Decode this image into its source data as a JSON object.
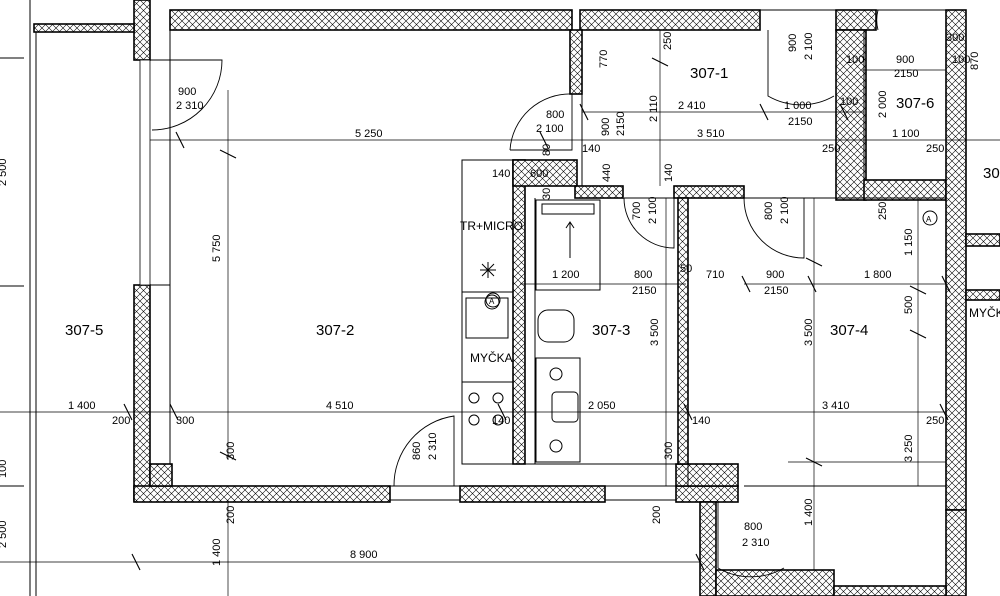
{
  "rooms": [
    {
      "id": "307-1",
      "label": "307-1"
    },
    {
      "id": "307-2",
      "label": "307-2"
    },
    {
      "id": "307-3",
      "label": "307-3"
    },
    {
      "id": "307-4",
      "label": "307-4"
    },
    {
      "id": "307-5",
      "label": "307-5"
    },
    {
      "id": "307-6",
      "label": "307-6"
    },
    {
      "id": "30x",
      "label": "30"
    }
  ],
  "fixtures": {
    "microwave": "TR+MICRO",
    "dishwasher": "MYČKA",
    "dishwasher_right": "MYČK",
    "marker_a": "A"
  },
  "dims": {
    "d5250": "5 250",
    "d5750": "5 750",
    "d900a": "900",
    "d2310a": "2 310",
    "d800a": "800",
    "d2100a": "2 100",
    "d900b": "900",
    "d2150a": "2150",
    "d770": "770",
    "d2110": "2 110",
    "d2410": "2 410",
    "d1000": "1 000",
    "d2150b": "2150",
    "d3510": "3 510",
    "d250a": "250",
    "d250b": "250",
    "d900c": "900",
    "d2100b": "2 100",
    "d100a": "100",
    "d900d": "900",
    "d2150c": "2150",
    "d100b": "100",
    "d2000": "2 000",
    "d1100": "1 100",
    "d250c": "250",
    "d300t": "300",
    "d100c": "100",
    "d870": "870",
    "d140a": "140",
    "d600": "600",
    "d80": "80",
    "d140b": "140",
    "d440": "440",
    "d140c": "140",
    "d30": "30",
    "d700": "700",
    "d2100c": "2 100",
    "d800b": "800",
    "d2100d": "2 100",
    "d1200": "1 200",
    "d800c": "800",
    "d2150d": "2150",
    "d50": "50",
    "d710": "710",
    "d900e": "900",
    "d2150e": "2150",
    "d1800": "1 800",
    "d1150": "1 150",
    "d500": "500",
    "d250d": "250",
    "d3500a": "3 500",
    "d3500b": "3 500",
    "d1400a": "1 400",
    "d200a": "200",
    "d300a": "300",
    "d4510": "4 510",
    "d2050": "2 050",
    "d140d": "140",
    "d140e": "140",
    "d3410": "3 410",
    "d250e": "250",
    "d3250": "3 250",
    "d300b": "300",
    "d860": "860",
    "d2310b": "2 310",
    "d300c": "300",
    "d200b": "200",
    "d200c": "200",
    "d800d": "800",
    "d2310c": "2 310",
    "d1400b": "1 400",
    "d1400c": "1 400",
    "d8900": "8 900",
    "d2500a": "2 500",
    "d2500b": "2 500",
    "d100d": "100"
  }
}
